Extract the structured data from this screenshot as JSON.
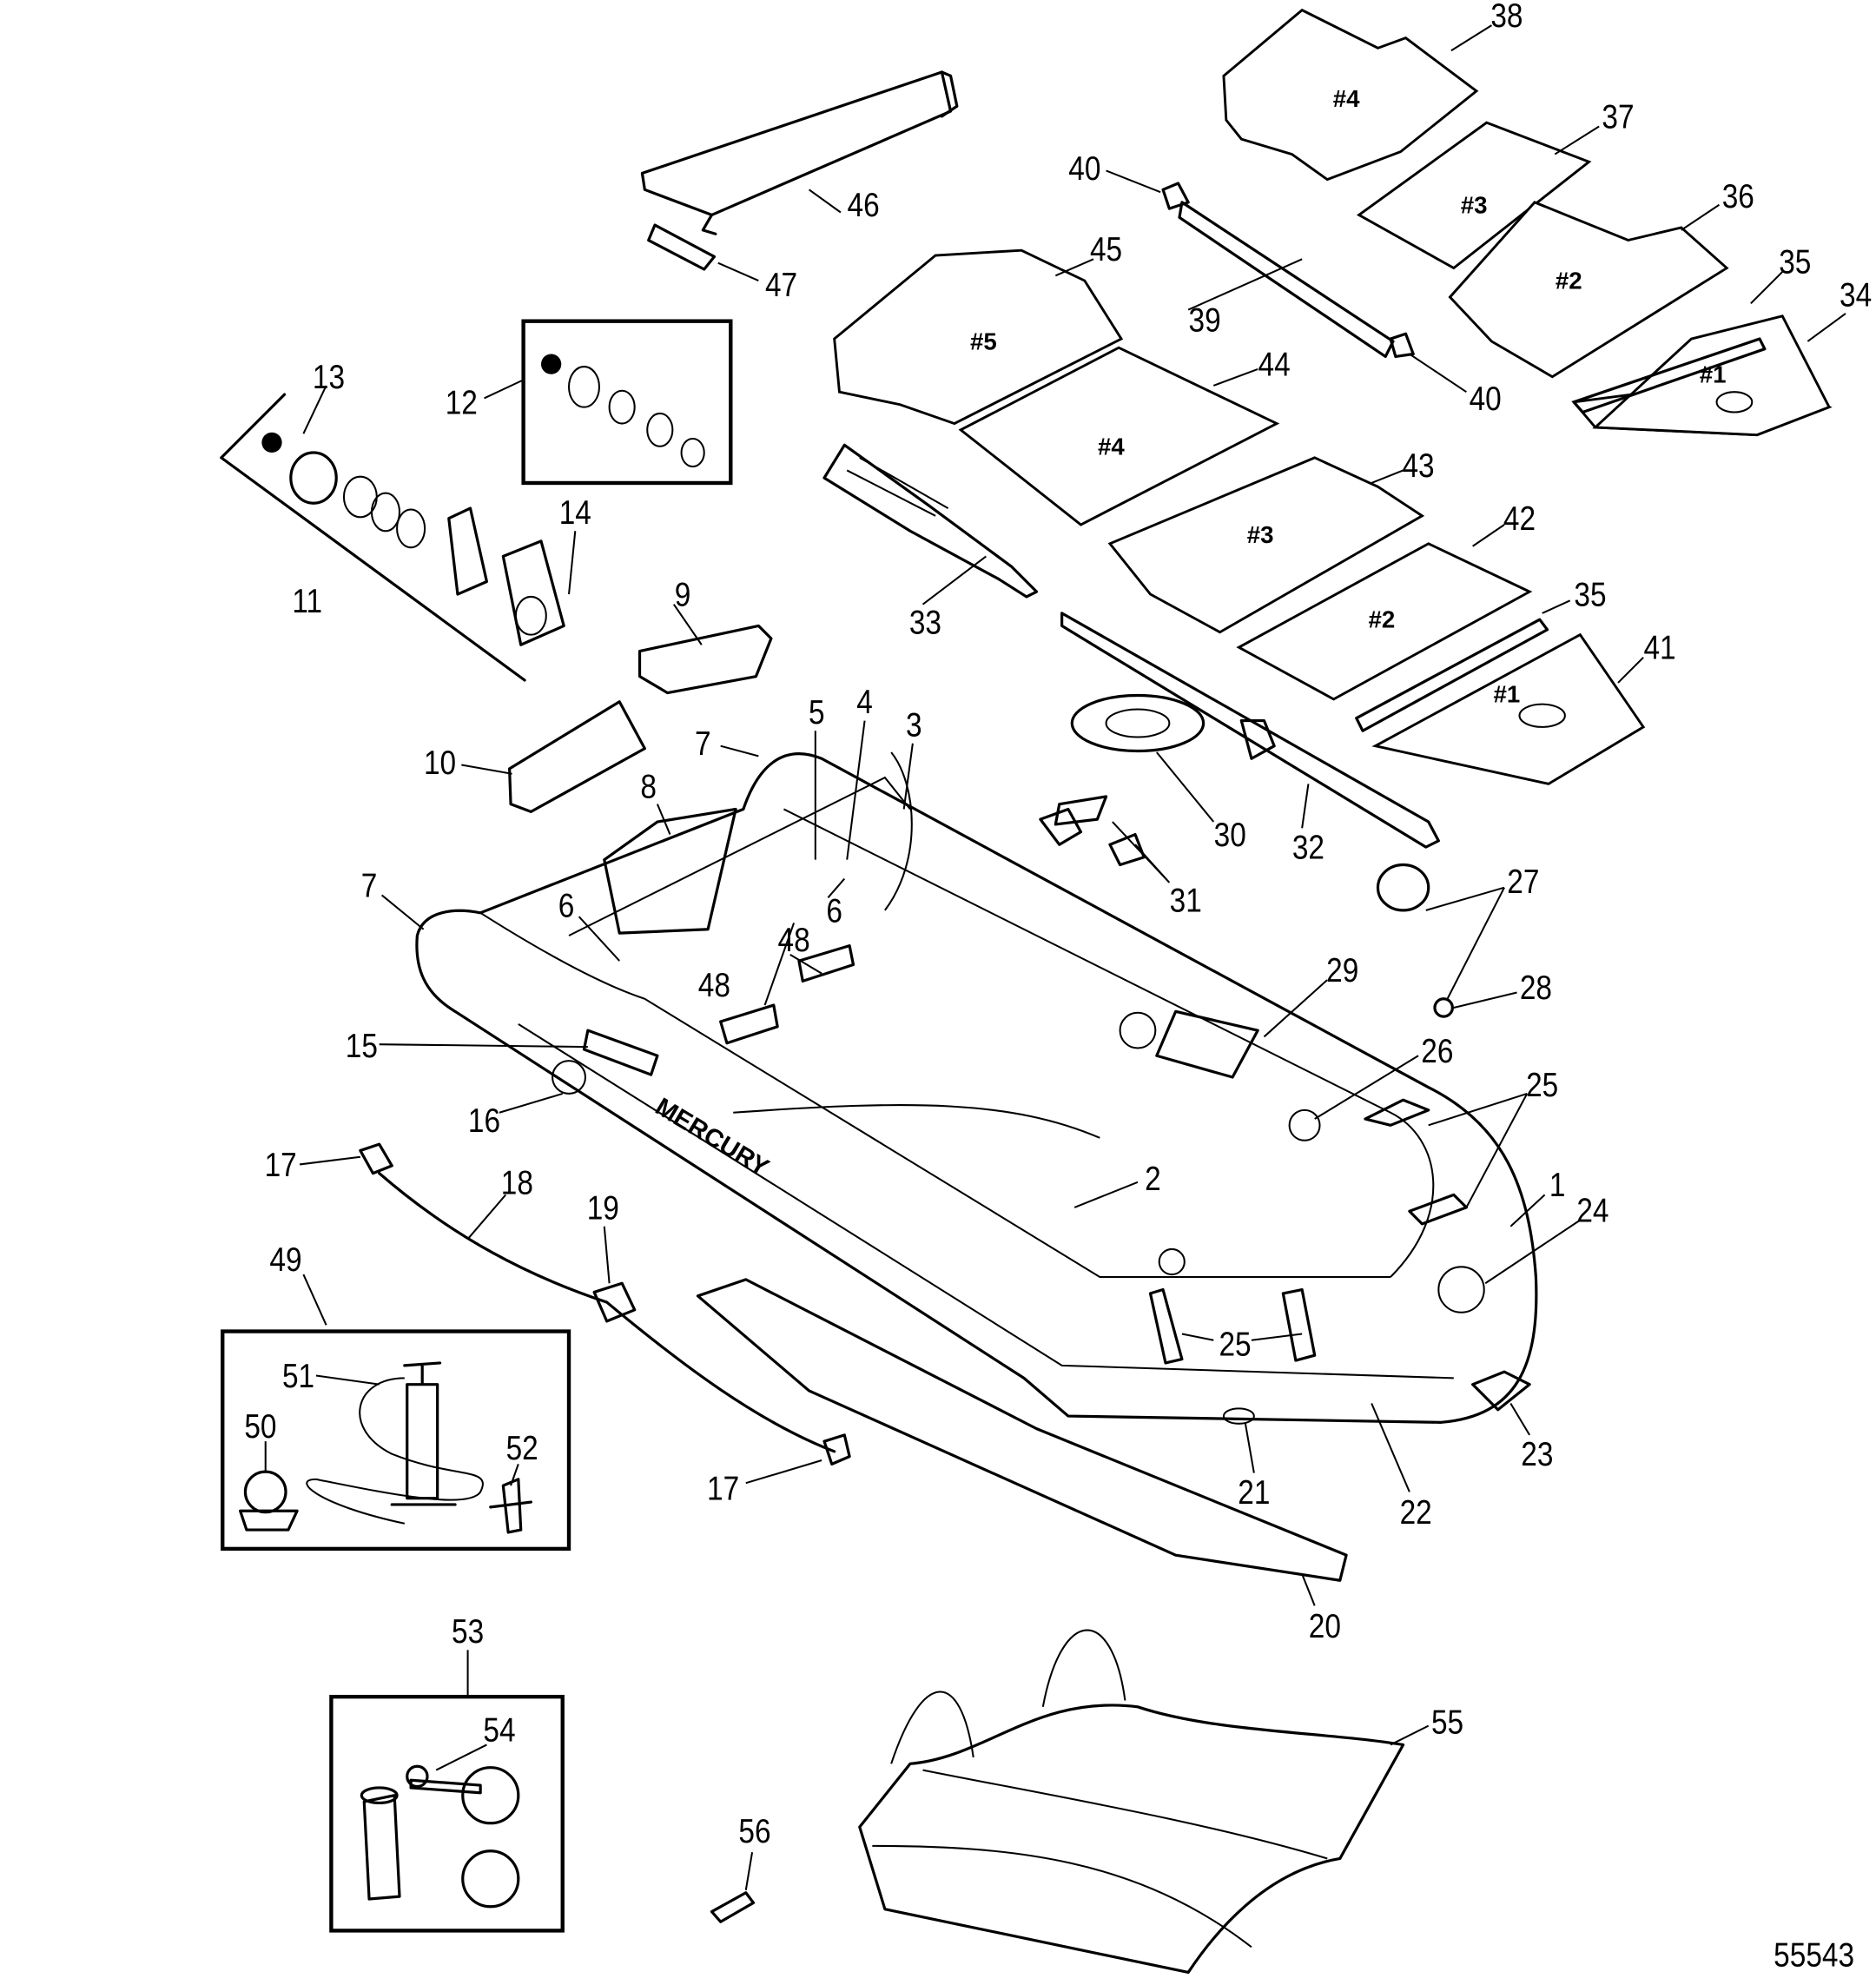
{
  "figure_number": "55543",
  "callouts": [
    "38",
    "37",
    "36",
    "35",
    "34",
    "40",
    "39",
    "40",
    "46",
    "47",
    "45",
    "44",
    "43",
    "42",
    "35",
    "41",
    "13",
    "12",
    "14",
    "11",
    "9",
    "33",
    "10",
    "7",
    "5",
    "4",
    "3",
    "8",
    "30",
    "32",
    "31",
    "7",
    "6",
    "6",
    "48",
    "48",
    "29",
    "27",
    "28",
    "15",
    "16",
    "26",
    "25",
    "17",
    "18",
    "19",
    "2",
    "1",
    "24",
    "49",
    "51",
    "50",
    "52",
    "25",
    "17",
    "21",
    "22",
    "23",
    "20",
    "53",
    "54",
    "55",
    "56"
  ],
  "floor_panels": [
    "#4",
    "#3",
    "#2",
    "#1",
    "#5",
    "#4",
    "#3",
    "#2",
    "#1"
  ],
  "brand_text": "MERCURY"
}
